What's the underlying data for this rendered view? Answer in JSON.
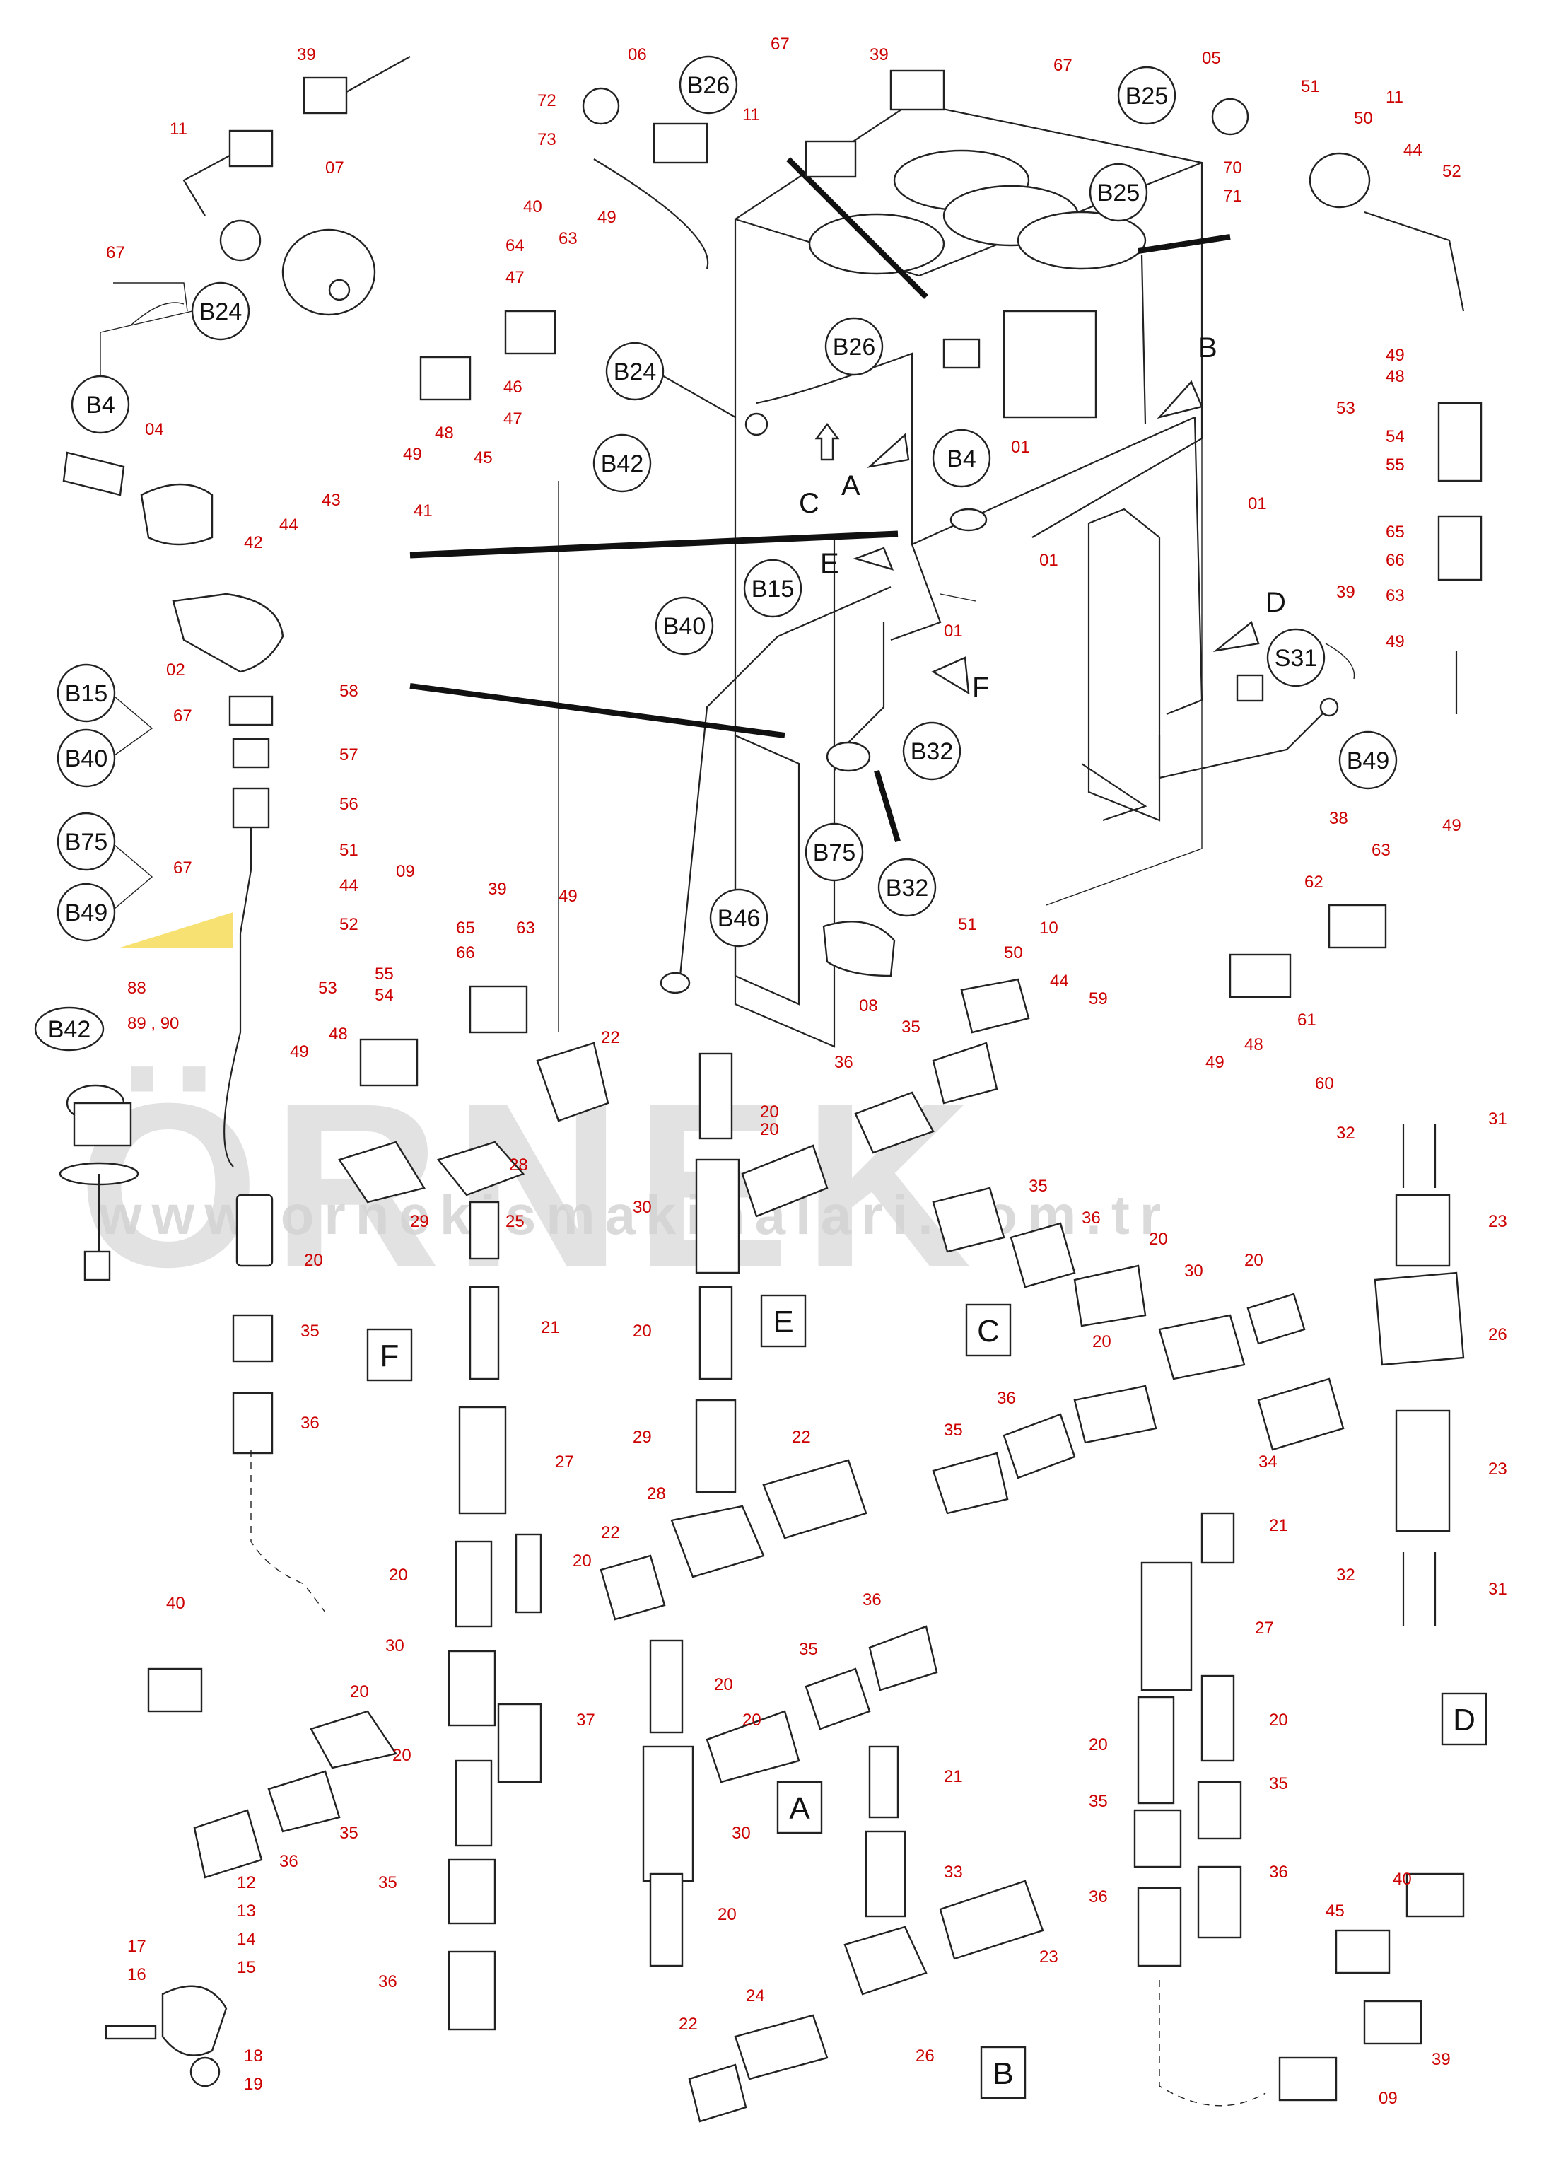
{
  "colors": {
    "line": "#222222",
    "callout": "#cc0000",
    "watermark": "#d9d9d9",
    "watermark_accent": "#f0c800"
  },
  "watermark": {
    "brand": "ÖRNEK",
    "url": "www.ornekismakinalari.com.tr"
  },
  "callouts": {
    "n01": "01",
    "n02": "02",
    "n04": "04",
    "n05": "05",
    "n06": "06",
    "n07": "07",
    "n08": "08",
    "n09": "09",
    "n10": "10",
    "n11": "11",
    "n12": "12",
    "n13": "13",
    "n14": "14",
    "n15": "15",
    "n16": "16",
    "n17": "17",
    "n18": "18",
    "n19": "19",
    "n20": "20",
    "n21": "21",
    "n22": "22",
    "n23": "23",
    "n24": "24",
    "n25": "25",
    "n26": "26",
    "n27": "27",
    "n28": "28",
    "n29": "29",
    "n30": "30",
    "n31": "31",
    "n32": "32",
    "n33": "33",
    "n34": "34",
    "n35": "35",
    "n36": "36",
    "n37": "37",
    "n38": "38",
    "n39": "39",
    "n40": "40",
    "n41": "41",
    "n42": "42",
    "n43": "43",
    "n44": "44",
    "n45": "45",
    "n46": "46",
    "n47": "47",
    "n48": "48",
    "n49": "49",
    "n50": "50",
    "n51": "51",
    "n52": "52",
    "n53": "53",
    "n54": "54",
    "n55": "55",
    "n56": "56",
    "n57": "57",
    "n58": "58",
    "n59": "59",
    "n60": "60",
    "n61": "61",
    "n62": "62",
    "n63": "63",
    "n64": "64",
    "n65": "65",
    "n66": "66",
    "n67": "67",
    "n70": "70",
    "n71": "71",
    "n72": "72",
    "n73": "73",
    "n88": "88",
    "n89_90": "89 , 90",
    "n1": "1"
  },
  "sensor_labels": {
    "B4": "B4",
    "B15": "B15",
    "B24": "B24",
    "B25": "B25",
    "B26": "B26",
    "B32": "B32",
    "B40": "B40",
    "B42": "B42",
    "B46": "B46",
    "B49": "B49",
    "B75": "B75",
    "S31": "S31"
  },
  "detail_views": {
    "A": "A",
    "B": "B",
    "C": "C",
    "D": "D",
    "E": "E",
    "F": "F"
  }
}
